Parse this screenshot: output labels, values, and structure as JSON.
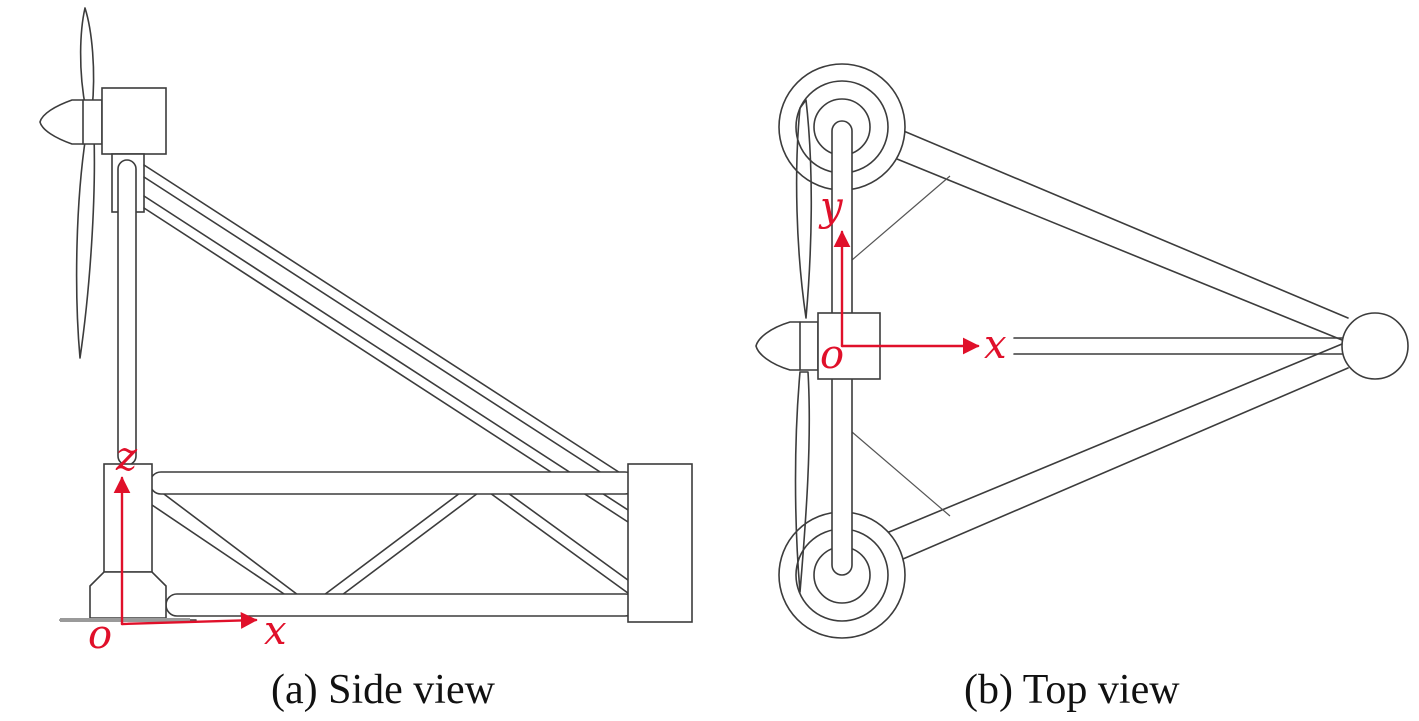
{
  "colors": {
    "axis": "#e0102a",
    "line": "#3c3c3c",
    "text": "#111111"
  },
  "side_view": {
    "caption": "(a) Side view",
    "axis_x": "x",
    "axis_z": "z",
    "origin": "o"
  },
  "top_view": {
    "caption": "(b) Top view",
    "axis_x": "x",
    "axis_y": "y",
    "origin": "o"
  }
}
